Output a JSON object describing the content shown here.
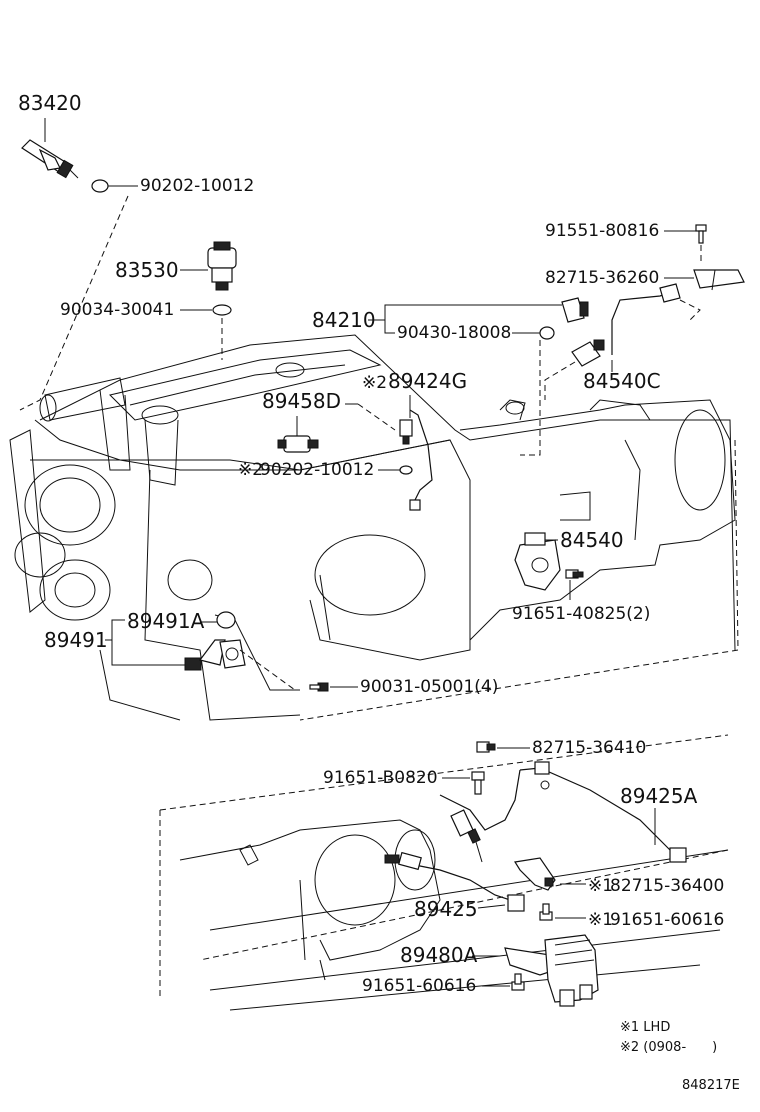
{
  "labels": {
    "p83420": "83420",
    "p90202_a": "90202-10012",
    "p91551": "91551-80816",
    "p83530": "83530",
    "p82715_36260": "82715-36260",
    "p90034": "90034-30041",
    "p84210": "84210",
    "p90430": "90430-18008",
    "p84540C": "84540C",
    "p89424G": "89424G",
    "p89458D": "89458D",
    "p90202_b": "90202-10012",
    "p84540": "84540",
    "p91651_40825": "91651-40825(2)",
    "p89491A": "89491A",
    "p89491": "89491",
    "p90031": "90031-05001(4)",
    "p82715_36410": "82715-36410",
    "p91651_B0820": "91651-B0820",
    "p89425A": "89425A",
    "p82715_36400": "82715-36400",
    "p89425": "89425",
    "p91651_60616_a": "91651-60616",
    "p89480A": "89480A",
    "p91651_60616_b": "91651-60616"
  },
  "marks": {
    "mark2": "※2",
    "mark1": "※1"
  },
  "legend": {
    "lhd": "※1 LHD",
    "date": "※2 (0908-　　)"
  },
  "diagram_id": "848217E"
}
